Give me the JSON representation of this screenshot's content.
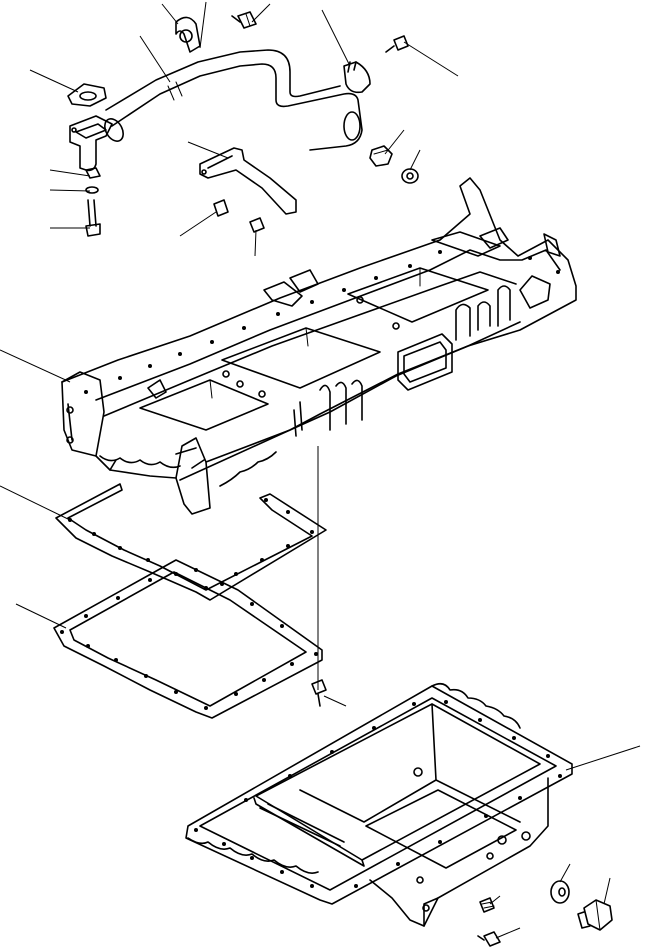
{
  "diagram": {
    "kind": "exploded parts view",
    "line_color": "#000000",
    "background": "#ffffff",
    "parts": [
      {
        "name": "tube-pipe"
      },
      {
        "name": "clamp-left"
      },
      {
        "name": "bolt-top"
      },
      {
        "name": "clamp-right"
      },
      {
        "name": "bolt-right"
      },
      {
        "name": "elbow-flange"
      },
      {
        "name": "gasket-flange"
      },
      {
        "name": "nut-small"
      },
      {
        "name": "washer-small"
      },
      {
        "name": "stud-bolt"
      },
      {
        "name": "bracket"
      },
      {
        "name": "nut-bracket-left"
      },
      {
        "name": "nut-bracket-right"
      },
      {
        "name": "plug-upper"
      },
      {
        "name": "washer-upper"
      },
      {
        "name": "oil-pan-upper-case"
      },
      {
        "name": "gasket-upper"
      },
      {
        "name": "gasket-lower"
      },
      {
        "name": "bolt-pan"
      },
      {
        "name": "oil-pan-lower"
      },
      {
        "name": "washer-drain"
      },
      {
        "name": "drain-plug"
      },
      {
        "name": "plug-small"
      },
      {
        "name": "bolt-bottom"
      }
    ]
  }
}
